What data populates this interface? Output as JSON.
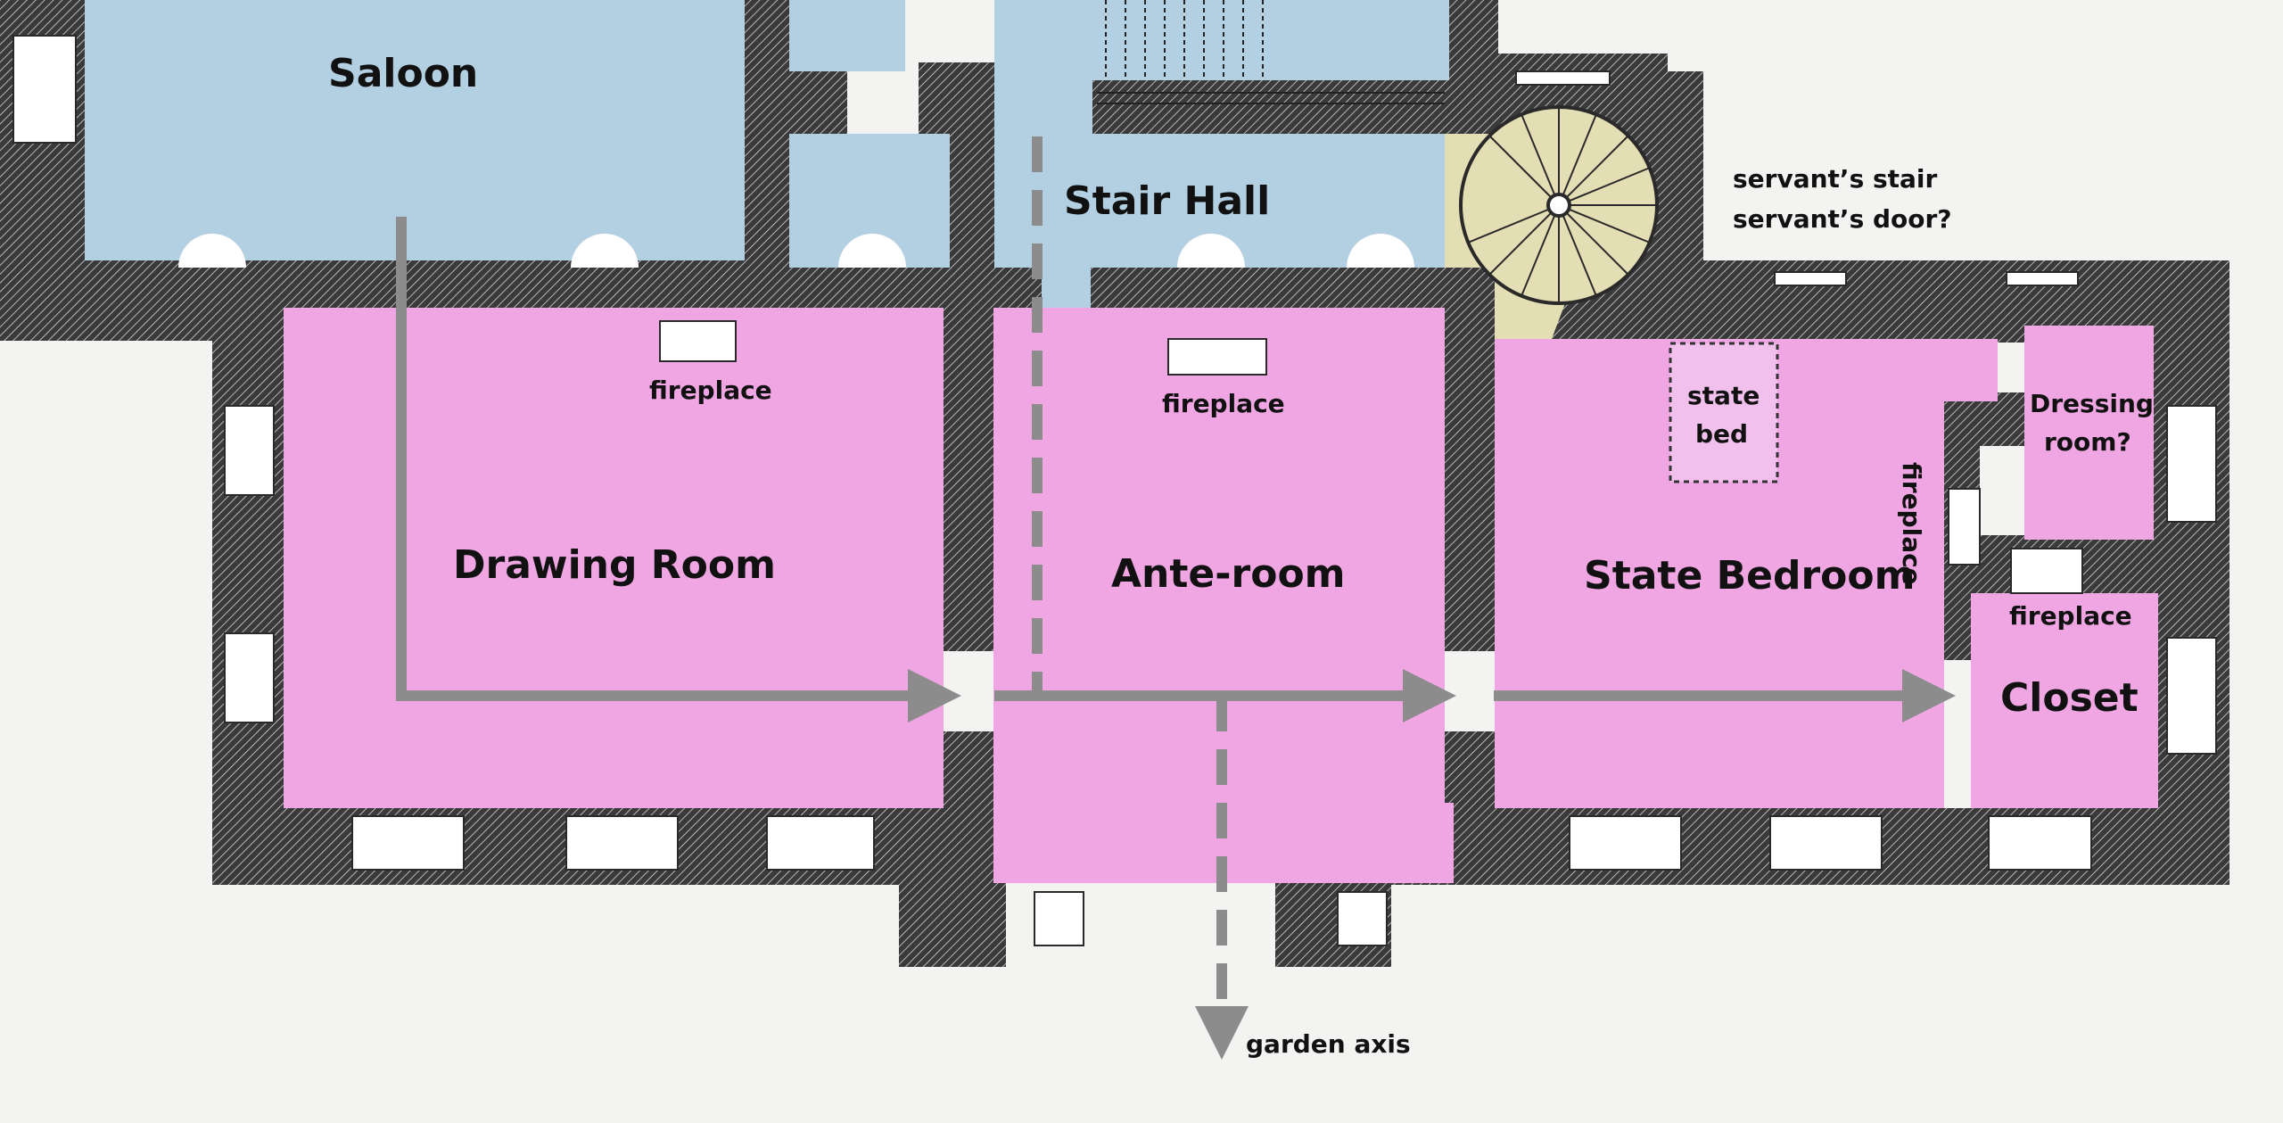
{
  "plan": {
    "rooms": {
      "saloon": "Saloon",
      "stair_hall": "Stair Hall",
      "drawing_room": "Drawing Room",
      "ante_room": "Ante-room",
      "state_bedroom": "State Bedroom",
      "closet": "Closet",
      "dressing_room_line1": "Dressing",
      "dressing_room_line2": "room?"
    },
    "features": {
      "fireplace_drawing": "fireplace",
      "fireplace_ante": "fireplace",
      "fireplace_bedroom": "fireplace",
      "fireplace_closet": "fireplace",
      "state_bed_line1": "state",
      "state_bed_line2": "bed",
      "servants_stair": "servant’s stair",
      "servants_door": "servant’s door?",
      "garden_axis": "garden axis"
    },
    "colors": {
      "public_rooms": "#b3d0e3",
      "private_apartment": "#efa6e3",
      "service_stair": "#e4deb4",
      "walls": "#2a2a2a",
      "arrows": "#8c8c8c",
      "background": "#f3f3f1"
    }
  }
}
